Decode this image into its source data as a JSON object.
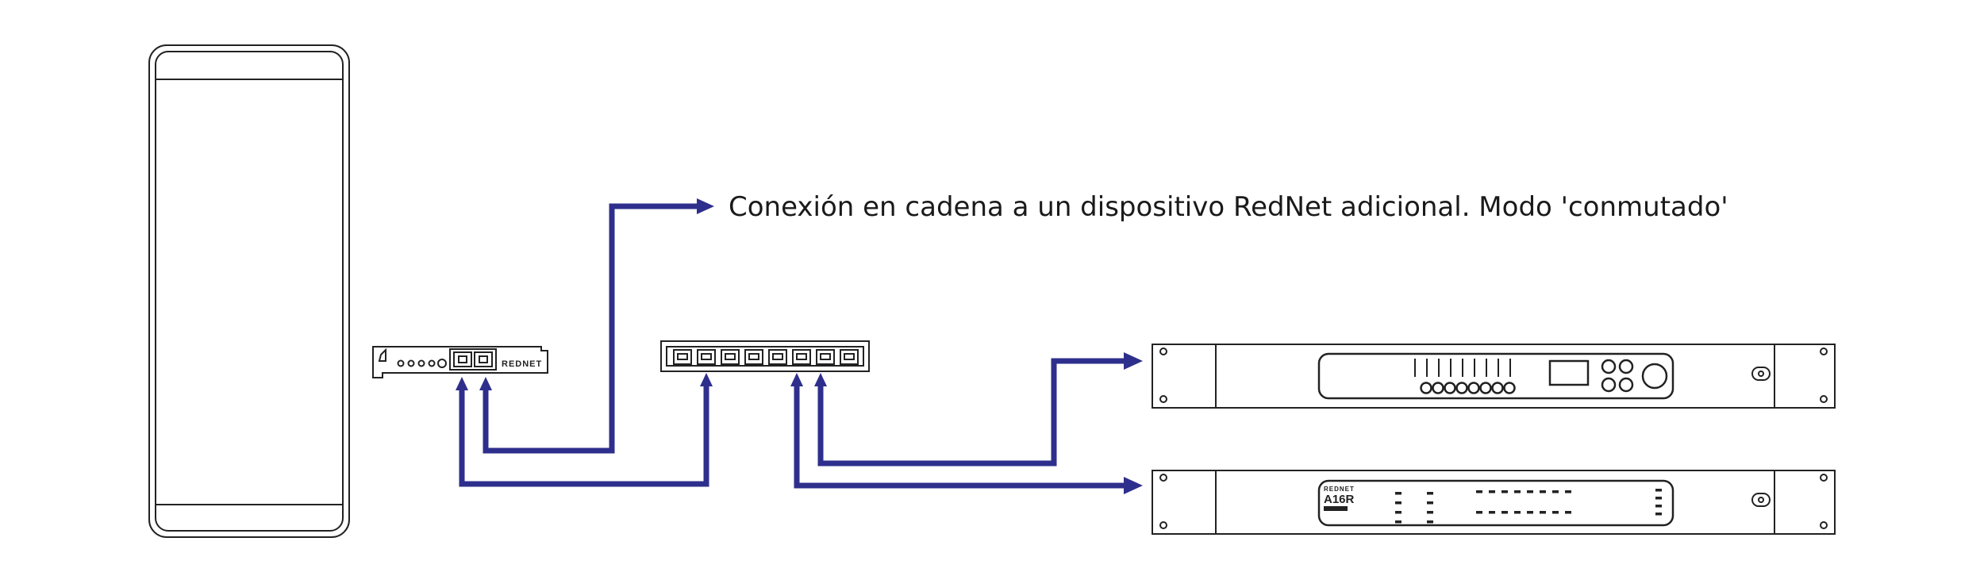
{
  "caption": "Conexión en cadena a un dispositivo RedNet adicional. Modo 'conmutado'",
  "card_brand": "REDNET",
  "rack_brand": "REDNET",
  "rack_model": "A16R",
  "colors": {
    "cable": "#2e2f8c",
    "outline": "#222222",
    "background": "#ffffff"
  }
}
